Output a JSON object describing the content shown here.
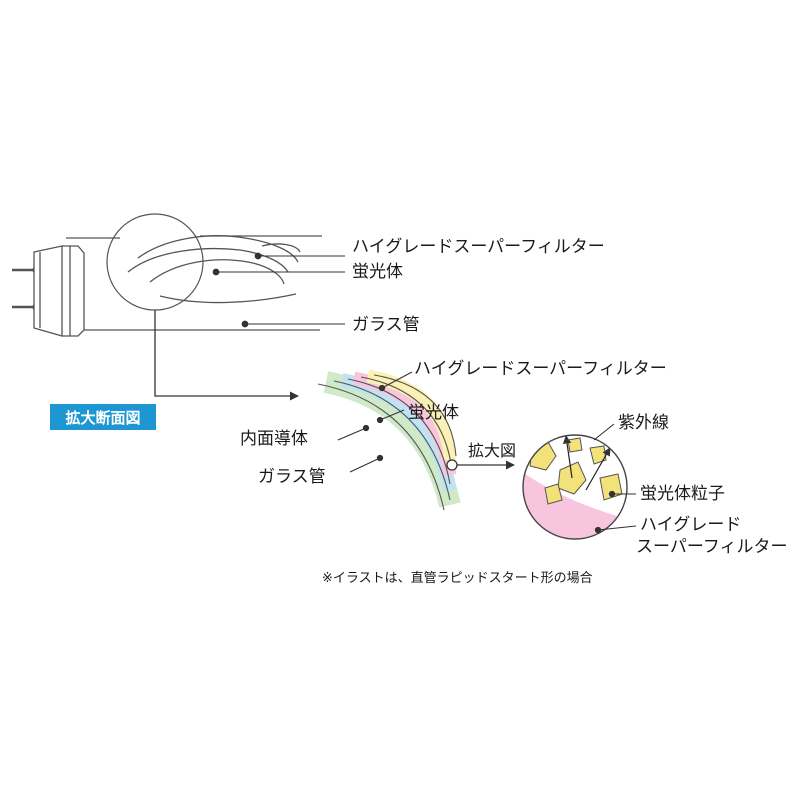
{
  "labels": {
    "tube_filter": "ハイグレードスーパーフィルター",
    "tube_phosphor": "蛍光体",
    "tube_glass": "ガラス管",
    "section_title": "拡大断面図",
    "cs_filter": "ハイグレードスーパーフィルター",
    "cs_phosphor": "蛍光体",
    "cs_conductor": "内面導体",
    "cs_glass": "ガラス管",
    "zoom_label": "拡大図",
    "uv_rays": "紫外線",
    "phosphor_particles": "蛍光体粒子",
    "filter_line1": "ハイグレード",
    "filter_line2": "スーパーフィルター",
    "footnote": "※イラストは、直管ラピッドスタート形の場合"
  },
  "colors": {
    "badge": "#1e96d2",
    "glass_layer": "#cfe9c9",
    "conductor_layer": "#bfe3f2",
    "filter_layer": "#f7c5dd",
    "phosphor_layer": "#fbf1b4",
    "particle": "#f3e27a",
    "stroke": "#444444"
  },
  "icons": [
    "lamp-pin-icon",
    "arrow-icon",
    "magnifier-circle-icon"
  ]
}
